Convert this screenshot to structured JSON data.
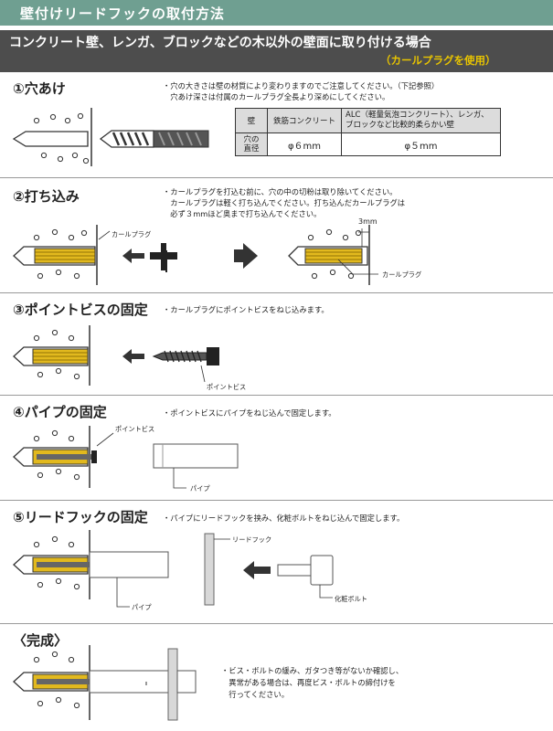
{
  "title": "壁付けリードフックの取付方法",
  "banner": {
    "title": "コンクリート壁、レンガ、ブロックなどの木以外の壁面に取り付ける場合",
    "subtitle": "（カールプラグを使用）"
  },
  "steps": [
    {
      "heading": "①穴あけ",
      "note": "・穴の大きさは壁の材質により変わりますのでご注意してください。（下記参照）\n　穴あけ深さは付属のカールプラグ全長より深めにしてください。"
    },
    {
      "heading": "②打ち込み",
      "note": "・カールプラグを打込む前に、穴の中の切粉は取り除いてください。\n　カールプラグは軽く打ち込んでください。打ち込んだカールプラグは\n　必ず３mmほど奥まで打ち込んでください。",
      "label_left": "カールプラグ",
      "label_right": "カールプラグ",
      "dimension": "3mm"
    },
    {
      "heading": "③ポイントビスの固定",
      "note": "・カールプラグにポイントビスをねじ込みます。",
      "label": "ポイントビス"
    },
    {
      "heading": "④パイプの固定",
      "note": "・ポイントビスにパイプをねじ込んで固定します。",
      "label_top": "ポイントビス",
      "label_bottom": "パイプ"
    },
    {
      "heading": "⑤リードフックの固定",
      "note": "・パイプにリードフックを挟み、化粧ボルトをねじ込んで固定します。",
      "label_hook": "リードフック",
      "label_pipe": "パイプ",
      "label_bolt": "化粧ボルト"
    },
    {
      "heading": "〈完成〉",
      "note": "・ビス・ボルトの緩み、ガタつき等がないか確認し、\n　異常がある場合は、再度ビス・ボルトの締付けを\n　行ってください。"
    }
  ],
  "spec_table": {
    "header": [
      "壁",
      "鉄筋コンクリート",
      "ALC（軽量気泡コンクリート）、レンガ、\nブロックなど比較的柔らかい壁"
    ],
    "row": [
      "穴の\n直径",
      "φ６mm",
      "φ５mm"
    ]
  },
  "colors": {
    "accent_bar": "#6f9f91",
    "banner": "#4d4d4d",
    "banner_highlight": "#e8c400",
    "plug": "#e2b91e"
  }
}
